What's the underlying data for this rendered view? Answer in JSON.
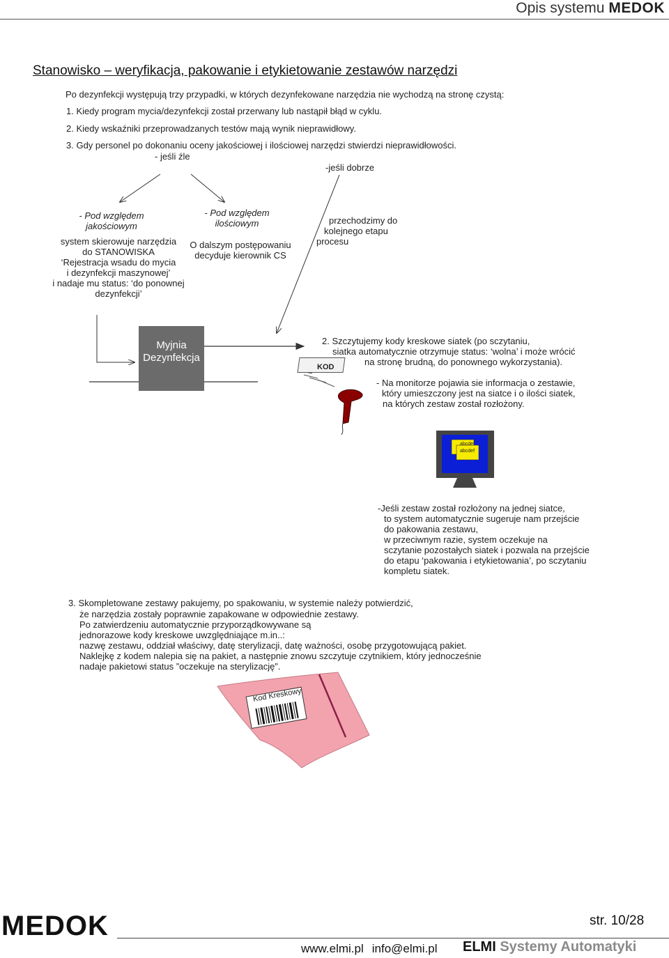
{
  "header": {
    "title_prefix": "Opis systemu",
    "title_brand": "MEDOK"
  },
  "section_title": "Stanowisko – weryfikacja, pakowanie i etykietowanie zestawów narzędzi",
  "intro": "Po dezynfekcji występują trzy przypadki, w których dezynfekowane narzędzia nie wychodzą na stronę czystą:",
  "cases": [
    "1. Kiedy program mycia/dezynfekcji został przerwany lub nastąpił błąd w cyklu.",
    "2. Kiedy wskaźniki przeprowadzanych testów mają wynik nieprawidłowy.",
    "3. Gdy personel po dokonaniu oceny jakościowej i ilościowej narzędzi stwierdzi nieprawidłowości."
  ],
  "branch_bad": "- jeśli źle",
  "branch_good": "-jeśli dobrze",
  "quality": {
    "head": [
      "- Pod względem",
      "jakościowym"
    ],
    "body": [
      "system skierowuje narzędzia",
      "do STANOWISKA",
      "‘Rejestracja wsadu do mycia",
      "i dezynfekcji maszynowej’",
      "i nadaje mu status: ‘do ponownej",
      "dezynfekcji’"
    ]
  },
  "quantity": {
    "head": [
      "- Pod względem",
      "ilościowym"
    ],
    "body": [
      "O dalszym postępowaniu",
      "decyduje kierownik CS"
    ]
  },
  "next_stage": [
    "przechodzimy do",
    "kolejnego etapu",
    "procesu"
  ],
  "machine_label": [
    "Myjnia",
    "Dezynfekcja"
  ],
  "scan_label": "KOD",
  "step2": [
    "2. Szczytujemy kody kreskowe siatek (po sczytaniu,",
    "siatka automatycznie otrzymuje status: ‘wolna’ i może wrócić",
    "na stronę brudną, do ponownego wykorzystania)."
  ],
  "monitor_note": [
    "- Na monitorze pojawia sie informacja o zestawie,",
    "który umieszczony jest na siatce i o ilości siatek,",
    "na których zestaw został rozłożony."
  ],
  "monitor_cards": [
    "abcdef",
    "abcdef"
  ],
  "single_net_note": [
    "-Jeśli zestaw został rozłożony na jednej siatce,",
    "to system automatycznie sugeruje nam przejście",
    "do pakowania zestawu,",
    "w przeciwnym razie, system oczekuje na",
    "sczytanie pozostałych siatek i pozwala na przejście",
    "do etapu ‘pakowania i etykietowania’, po sczytaniu",
    "kompletu siatek."
  ],
  "step3": [
    "3. Skompletowane zestawy pakujemy, po spakowaniu, w systemie należy potwierdzić,",
    "że narzędzia zostały poprawnie zapakowane w odpowiednie zestawy.",
    "Po zatwierdzeniu automatycznie przyporządkowywane są",
    "jednorazowe kody kreskowe uwzględniające m.in..:",
    "nazwę zestawu, oddział właściwy, datę sterylizacji, datę ważności, osobę przygotowującą pakiet.",
    "Naklejkę z kodem nalepia się na pakiet, a następnie znowu szczytuje czytnikiem, który jednocześnie",
    "nadaje pakietowi status ”oczekuje na sterylizację”."
  ],
  "package_label": "Kod Kreskowy",
  "footer": {
    "logo": "MEDOK",
    "page": "str. 10/28",
    "web": "www.elmi.pl",
    "email": "info@elmi.pl",
    "company_bold": "ELMI",
    "company_rest": "Systemy Automatyki"
  },
  "colors": {
    "machine": "#6b6b6b",
    "monitor_frame": "#444444",
    "monitor_screen": "#0b1fd6",
    "card": "#f7ec00",
    "package": "#f3a3ad",
    "scanner": "#8b0000"
  }
}
